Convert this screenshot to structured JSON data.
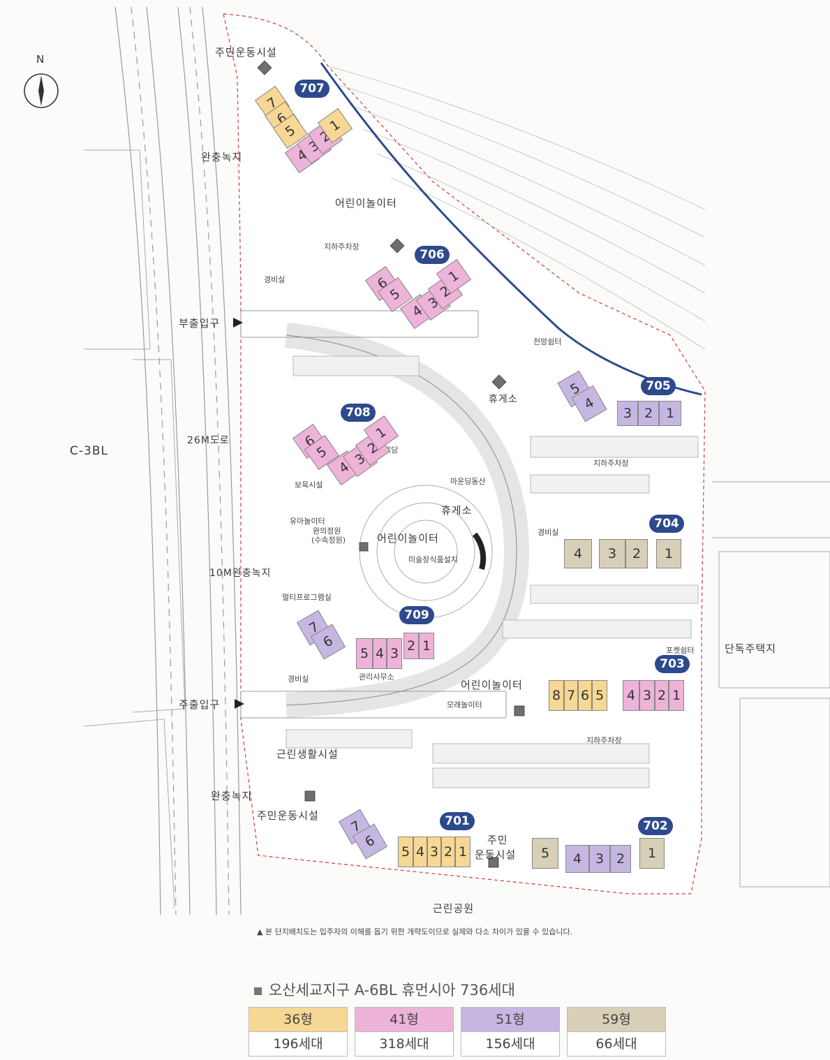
{
  "compass": {
    "north": "N"
  },
  "labels": {
    "resident_sports_north": "주민운동시설",
    "buffer_green_north": "완충녹지",
    "playground_north": "어린이놀이터",
    "underground_parking_north": "지하주차장",
    "guard_north": "경비실",
    "sub_entrance": "부출입구",
    "observatory": "전망쉼터",
    "rest_area_east": "휴게소",
    "underground_parking_705": "지하주차장",
    "road_26m": "26M도로",
    "c3bl": "C-3BL",
    "senior_center": "경로당",
    "daycare": "보육시설",
    "village_hill": "마운딩동산",
    "rest_area_center": "휴게소",
    "toddler_play": "유아놀이터",
    "garden": "완의정원",
    "garden_sub": "(수속정원)",
    "playground_center": "어린이놀이터",
    "art_decor": "미술장식품설치",
    "guard_704": "경비실",
    "buffer_green_10m": "10M완충녹지",
    "multi_program": "멀티프로그램실",
    "pocket_rest": "포켓쉼터",
    "single_house": "단독주택지",
    "guard_709": "경비실",
    "management_office": "관리사무소",
    "playground_south": "어린이놀이터",
    "sandbox": "모래놀이터",
    "main_entrance": "주출입구",
    "underground_parking_south": "지하주차장",
    "neighborhood_facility": "근린생활시설",
    "buffer_green_south": "완충녹지",
    "resident_sports_south": "주민운동시설",
    "resident_sports_701_a": "주민",
    "resident_sports_701_b": "운동시설",
    "neighborhood_park": "근린공원"
  },
  "buildings": [
    {
      "id": "707",
      "units": [
        {
          "n": "7",
          "type": "36"
        },
        {
          "n": "6",
          "type": "36"
        },
        {
          "n": "5",
          "type": "36"
        },
        {
          "n": "4",
          "type": "41"
        },
        {
          "n": "3",
          "type": "41"
        },
        {
          "n": "2",
          "type": "41"
        },
        {
          "n": "1",
          "type": "36"
        }
      ]
    },
    {
      "id": "706",
      "units": [
        {
          "n": "6",
          "type": "41"
        },
        {
          "n": "5",
          "type": "41"
        },
        {
          "n": "4",
          "type": "41"
        },
        {
          "n": "3",
          "type": "41"
        },
        {
          "n": "2",
          "type": "41"
        },
        {
          "n": "1",
          "type": "41"
        }
      ]
    },
    {
      "id": "705",
      "units": [
        {
          "n": "5",
          "type": "51"
        },
        {
          "n": "4",
          "type": "51"
        },
        {
          "n": "3",
          "type": "51"
        },
        {
          "n": "2",
          "type": "51"
        },
        {
          "n": "1",
          "type": "51"
        }
      ]
    },
    {
      "id": "708",
      "units": [
        {
          "n": "6",
          "type": "41"
        },
        {
          "n": "5",
          "type": "41"
        },
        {
          "n": "4",
          "type": "41"
        },
        {
          "n": "3",
          "type": "41"
        },
        {
          "n": "2",
          "type": "41"
        },
        {
          "n": "1",
          "type": "41"
        }
      ]
    },
    {
      "id": "704",
      "units": [
        {
          "n": "4",
          "type": "59"
        },
        {
          "n": "3",
          "type": "59"
        },
        {
          "n": "2",
          "type": "59"
        },
        {
          "n": "1",
          "type": "59"
        }
      ]
    },
    {
      "id": "709",
      "units": [
        {
          "n": "7",
          "type": "51"
        },
        {
          "n": "6",
          "type": "51"
        },
        {
          "n": "5",
          "type": "41"
        },
        {
          "n": "4",
          "type": "41"
        },
        {
          "n": "3",
          "type": "41"
        },
        {
          "n": "2",
          "type": "41"
        },
        {
          "n": "1",
          "type": "41"
        }
      ]
    },
    {
      "id": "703",
      "units": [
        {
          "n": "8",
          "type": "36"
        },
        {
          "n": "7",
          "type": "36"
        },
        {
          "n": "6",
          "type": "36"
        },
        {
          "n": "5",
          "type": "36"
        },
        {
          "n": "4",
          "type": "41"
        },
        {
          "n": "3",
          "type": "41"
        },
        {
          "n": "2",
          "type": "41"
        },
        {
          "n": "1",
          "type": "41"
        }
      ]
    },
    {
      "id": "701",
      "units": [
        {
          "n": "7",
          "type": "51"
        },
        {
          "n": "6",
          "type": "51"
        },
        {
          "n": "5",
          "type": "36"
        },
        {
          "n": "4",
          "type": "36"
        },
        {
          "n": "3",
          "type": "36"
        },
        {
          "n": "2",
          "type": "36"
        },
        {
          "n": "1",
          "type": "36"
        }
      ]
    },
    {
      "id": "702",
      "units": [
        {
          "n": "5",
          "type": "59"
        },
        {
          "n": "4",
          "type": "51"
        },
        {
          "n": "3",
          "type": "51"
        },
        {
          "n": "2",
          "type": "51"
        },
        {
          "n": "1",
          "type": "59"
        }
      ]
    }
  ],
  "note": "▲ 본 단지배치도는 입주자의 이해를 돕기 위한 개략도이므로 실제와 다소 차이가 있을 수 있습니다.",
  "legend": {
    "title": "오산세교지구 A-6BL 휴먼시아 736세대",
    "items": [
      {
        "type": "36형",
        "count": "196세대",
        "color": "#f6d894"
      },
      {
        "type": "41형",
        "count": "318세대",
        "color": "#eeb3d9"
      },
      {
        "type": "51형",
        "count": "156세대",
        "color": "#c6b7e2"
      },
      {
        "type": "59형",
        "count": "66세대",
        "color": "#d8cfb8"
      }
    ]
  }
}
